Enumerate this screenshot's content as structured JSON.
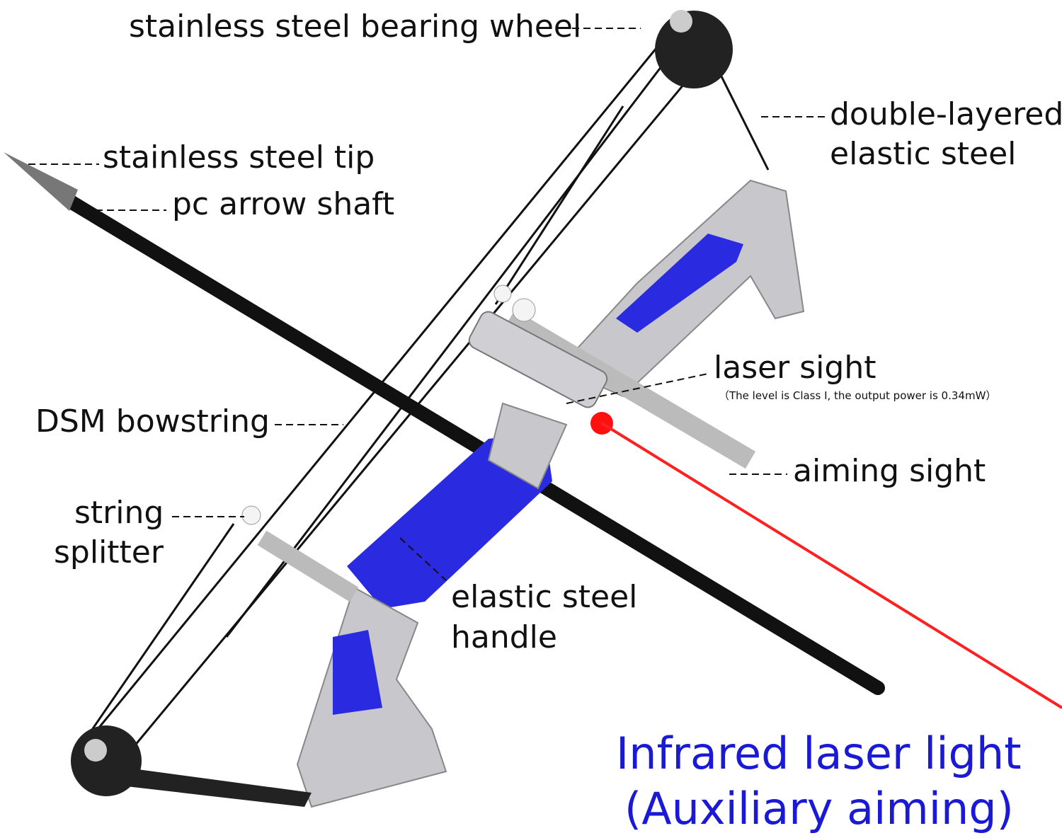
{
  "labels": {
    "bearing_wheel": "stainless steel bearing wheel",
    "elastic_steel": [
      "double-layered",
      "elastic steel"
    ],
    "tip": "stainless steel tip",
    "shaft": "pc arrow shaft",
    "laser_sight": "laser sight",
    "laser_note": "（The level is Class I,  the output power is 0.34mW）",
    "bowstring": "DSM bowstring",
    "aiming_sight": "aiming sight",
    "string_splitter": [
      "string",
      "splitter"
    ],
    "handle": [
      "elastic steel",
      "handle"
    ]
  },
  "headline": [
    "Infrared laser light",
    "(Auxiliary aiming)"
  ],
  "colors": {
    "headline": "#1a1ad6",
    "riser_blue": "#2a2ae0",
    "steel": "#c8c8cc",
    "laser": "#ff2020"
  }
}
